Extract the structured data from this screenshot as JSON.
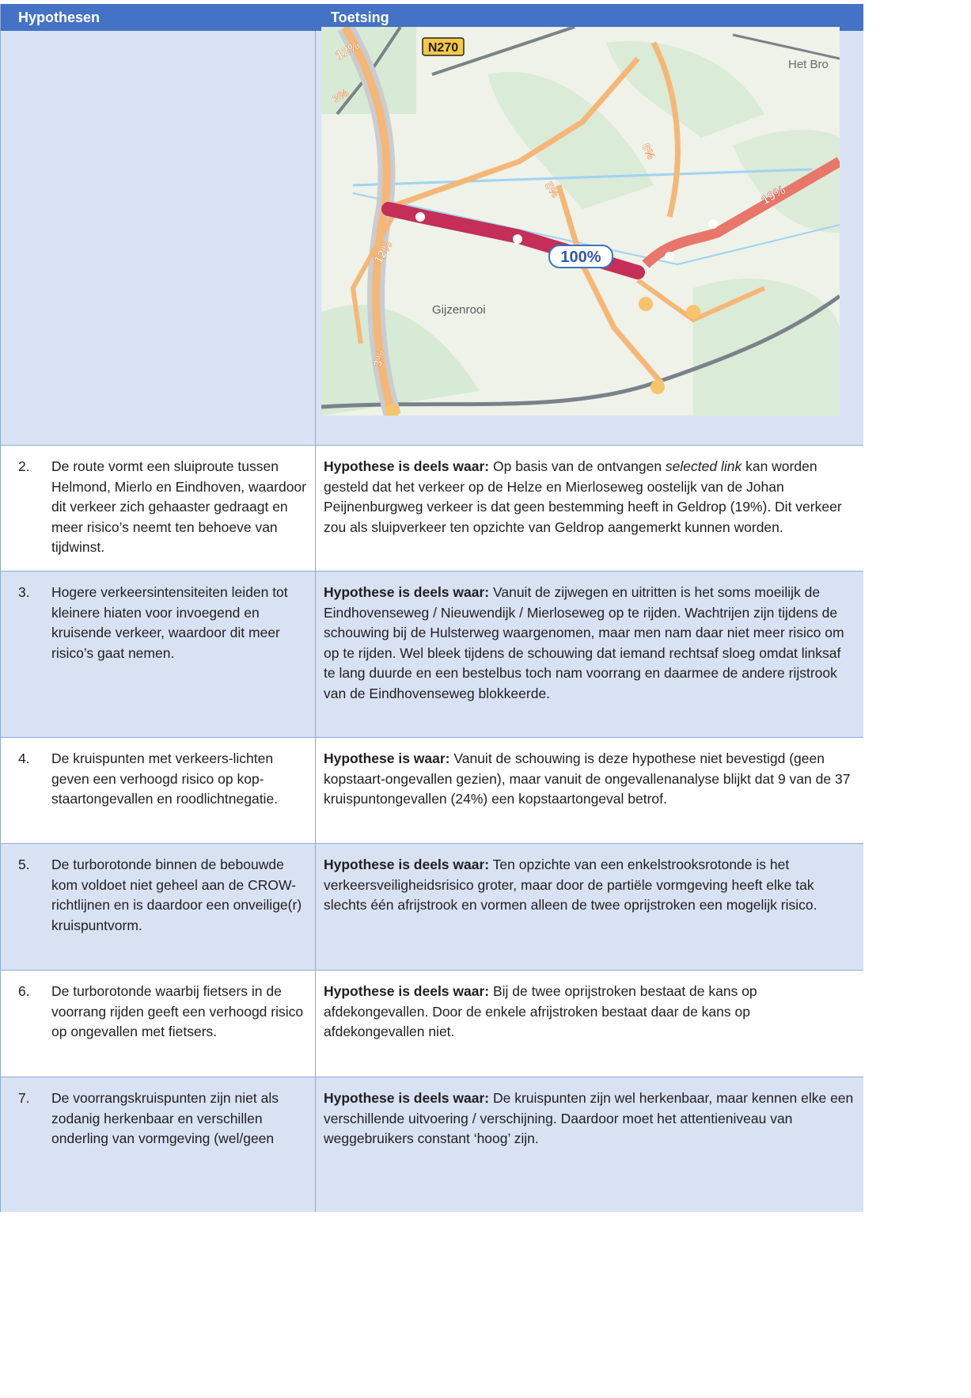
{
  "header": {
    "col1": "Hypothesen",
    "col2": "Toetsing"
  },
  "map": {
    "labels": {
      "road_badge": "N270",
      "place_1": "Het Bro",
      "place_2": "Gijzenrooi",
      "main_pct": "100%",
      "pct_12a": "12%",
      "pct_3a": "3%",
      "pct_6": "6%",
      "pct_5": "5%",
      "pct_19": "19%",
      "pct_12b": "12%",
      "pct_3b": "3%"
    },
    "colors": {
      "main_route": "#c42e57",
      "secondary_route": "#f5b777",
      "east_route": "#e8766a",
      "highway": "#7a8289",
      "water": "#9fd3f2",
      "land": "#eef2e8",
      "forest": "#c5e3c5"
    }
  },
  "rows": [
    {
      "num": "2.",
      "hyp": "De route vormt een sluiproute tussen Helmond, Mierlo en Eindhoven, waardoor dit verkeer zich gehaaster gedraagt en meer risico’s neemt ten behoeve van tijdwinst.",
      "lead": "Hypothese is deels waar:",
      "body_pre": " Op basis van de ontvangen ",
      "body_em": "selected link",
      "body_post": " kan worden gesteld dat het verkeer op de Helze en Mierloseweg oostelijk van de Johan Peijnenburgweg verkeer is dat geen bestemming heeft in Geldrop (19%). Dit verkeer zou als sluipverkeer ten opzichte van Geldrop aangemerkt kunnen worden."
    },
    {
      "num": "3.",
      "hyp": "Hogere verkeersintensiteiten leiden tot kleinere hiaten voor invoegend en kruisende verkeer, waardoor dit meer risico’s gaat nemen.",
      "lead": "Hypothese is deels waar:",
      "body": " Vanuit de zijwegen en uitritten is het soms moeilijk de Eindhovenseweg / Nieuwendijk / Mierloseweg op te rijden. Wachtrijen zijn tijdens de schouwing bij de Hulsterweg waargenomen, maar men nam daar niet meer risico om op te rijden. Wel bleek tijdens de schouwing dat iemand rechtsaf sloeg omdat linksaf te lang duurde en een bestelbus toch nam voorrang en daarmee de andere rijstrook van de Eindhovenseweg blokkeerde."
    },
    {
      "num": "4.",
      "hyp": "De kruispunten met verkeers-lichten geven een verhoogd risico op kop-staartongevallen en roodlichtnegatie.",
      "lead": "Hypothese is waar:",
      "body": " Vanuit de schouwing is deze hypothese niet bevestigd (geen kopstaart-ongevallen gezien), maar vanuit de ongevallenanalyse blijkt dat 9 van de 37 kruispuntongevallen (24%) een kopstaartongeval betrof."
    },
    {
      "num": "5.",
      "hyp": "De turborotonde binnen de bebouwde kom voldoet niet geheel aan de CROW-richtlijnen en is daardoor een onveilige(r) kruispuntvorm.",
      "lead": "Hypothese is deels waar:",
      "body": " Ten opzichte van een enkelstrooksrotonde is het verkeersveiligheidsrisico groter, maar door de partiële vormgeving heeft elke tak slechts één afrijstrook en vormen alleen de twee oprijstroken een mogelijk risico."
    },
    {
      "num": "6.",
      "hyp": "De turborotonde waarbij fietsers in de voorrang rijden geeft een verhoogd risico op ongevallen met fietsers.",
      "lead": "Hypothese is deels waar:",
      "body": " Bij de twee oprijstroken bestaat de kans op afdekongevallen. Door de enkele afrijstroken bestaat daar de kans op afdekongevallen niet."
    },
    {
      "num": "7.",
      "hyp": "De voorrangskruispunten zijn niet als zodanig herkenbaar en verschillen onderling van vormgeving (wel/geen",
      "lead": "Hypothese is deels waar:",
      "body": "  De kruispunten zijn wel herkenbaar, maar kennen elke een verschillende uitvoering / verschijning. Daardoor moet het attentieniveau van weggebruikers constant ‘hoog’ zijn."
    }
  ]
}
